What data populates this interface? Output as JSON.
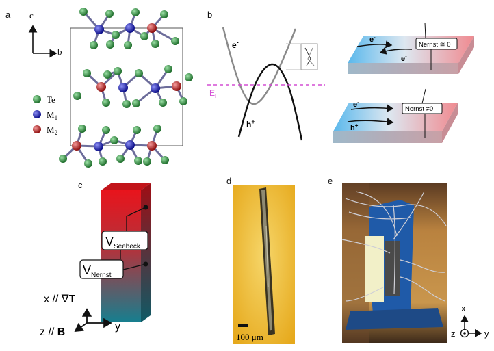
{
  "panels": {
    "a": "a",
    "b": "b",
    "c": "c",
    "d": "d",
    "e": "e"
  },
  "panel_a": {
    "axis_c": "c",
    "axis_b": "b",
    "legend": [
      {
        "symbol": "Te",
        "sub": "",
        "color": "#2e8b3e"
      },
      {
        "symbol": "M",
        "sub": "1",
        "color": "#1b1fc9"
      },
      {
        "symbol": "M",
        "sub": "2",
        "color": "#d41c1c"
      }
    ]
  },
  "panel_b": {
    "electron": "e",
    "electron_sup": "-",
    "hole": "h",
    "hole_sup": "+",
    "fermi": "E",
    "fermi_sub": "F",
    "top_box": "Nernst ≅ 0",
    "bottom_box": "Nernst ≠0",
    "top_e1": "e",
    "top_e2": "e",
    "bottom_e": "e",
    "bottom_h": "h",
    "sup_minus": "-",
    "sup_plus": "+"
  },
  "panel_c": {
    "v_seebeck": "V",
    "v_seebeck_sub": "Seebeck",
    "v_nernst": "V",
    "v_nernst_sub": "Nernst",
    "x_label": "x // ∇T",
    "z_label_pre": "z // ",
    "z_label_bold": "B",
    "y_label": "y"
  },
  "panel_d": {
    "scale": "100 μm"
  },
  "panel_e": {
    "x": "x",
    "y": "y",
    "z": "z"
  },
  "colors": {
    "te": "#2e8b3e",
    "m1": "#1b1fc9",
    "m2": "#d41c1c",
    "fermi_line": "#d44fd4"
  }
}
